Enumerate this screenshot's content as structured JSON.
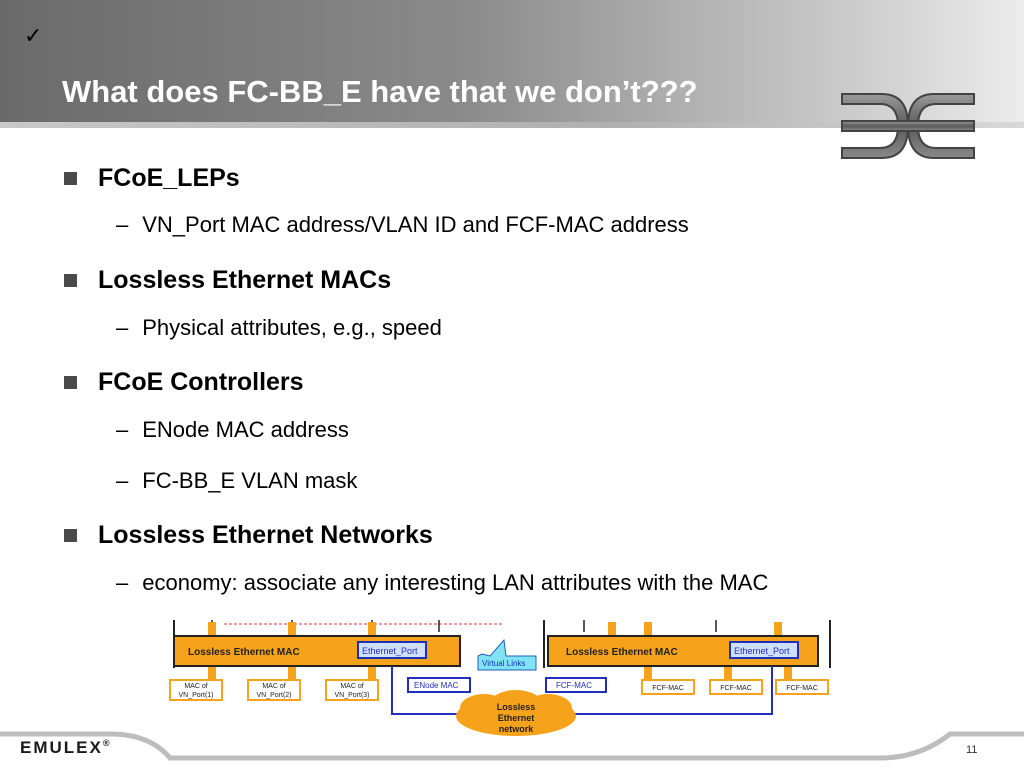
{
  "header": {
    "check_mark": "✓",
    "title": "What does FC-BB_E have that we don’t???"
  },
  "bullets": [
    {
      "label": "FCoE_LEPs",
      "subs": [
        "VN_Port MAC address/VLAN ID and FCF-MAC address"
      ]
    },
    {
      "label": "Lossless Ethernet MACs",
      "subs": [
        "Physical attributes, e.g., speed"
      ]
    },
    {
      "label": "FCoE Controllers",
      "subs": [
        "ENode MAC address",
        "FC-BB_E VLAN mask"
      ]
    },
    {
      "label": "Lossless Ethernet Networks",
      "subs": [
        "economy:  associate any interesting LAN attributes with the MAC"
      ]
    }
  ],
  "diagram": {
    "left_mac": "Lossless Ethernet MAC",
    "left_port": "Ethernet_Port",
    "right_mac": "Lossless Ethernet MAC",
    "right_port": "Ethernet_Port",
    "virtual_links": "Virtual Links",
    "enode_mac": "ENode MAC",
    "fcf_mac_main": "FCF-MAC",
    "vn_ports": [
      {
        "line1": "MAC of",
        "line2": "VN_Port(1)"
      },
      {
        "line1": "MAC of",
        "line2": "VN_Port(2)"
      },
      {
        "line1": "MAC of",
        "line2": "VN_Port(3)"
      }
    ],
    "fcf_macs": [
      "FCF-MAC",
      "FCF-MAC",
      "FCF-MAC"
    ],
    "cloud": [
      "Lossless",
      "Ethernet",
      "network"
    ]
  },
  "footer": {
    "brand": "EMULEX",
    "trademark": "®",
    "page_number": "11"
  },
  "colors": {
    "orange": "#f7a21b",
    "blue": "#1f2fb8",
    "cyan": "#7fe3f5"
  }
}
